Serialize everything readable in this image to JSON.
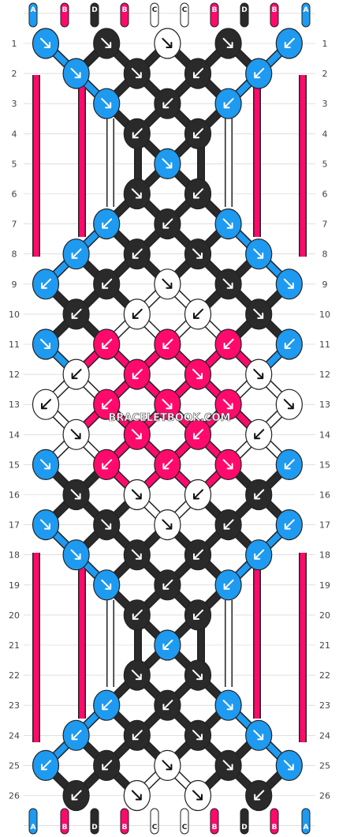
{
  "site_watermark": "BRACELETBOOK.COM",
  "colors": {
    "A": "#1e9af0",
    "B": "#ff0a6c",
    "C": "#ffffff",
    "D": "#2a2a2a",
    "outline": "#222222",
    "grid": "#cccccc"
  },
  "strands_top": [
    "A",
    "B",
    "D",
    "B",
    "C",
    "C",
    "B",
    "D",
    "B",
    "A"
  ],
  "strands_bottom": [
    "A",
    "B",
    "D",
    "B",
    "C",
    "C",
    "B",
    "D",
    "B",
    "A"
  ],
  "rows": [
    {
      "n": 1,
      "k": [
        [
          1,
          "A",
          "d"
        ],
        [
          3,
          "D",
          "d"
        ],
        [
          5,
          "C",
          "d"
        ],
        [
          7,
          "D",
          "d"
        ],
        [
          9,
          "A",
          "g"
        ]
      ]
    },
    {
      "n": 2,
      "k": [
        [
          2,
          "A",
          "d"
        ],
        [
          4,
          "D",
          "d"
        ],
        [
          6,
          "D",
          "g"
        ],
        [
          8,
          "A",
          "g"
        ]
      ]
    },
    {
      "n": 3,
      "k": [
        [
          3,
          "A",
          "d"
        ],
        [
          5,
          "D",
          "g"
        ],
        [
          7,
          "A",
          "g"
        ]
      ]
    },
    {
      "n": 4,
      "k": [
        [
          4,
          "D",
          "g"
        ],
        [
          6,
          "D",
          "g"
        ]
      ]
    },
    {
      "n": 5,
      "k": [
        [
          5,
          "A",
          "d"
        ]
      ]
    },
    {
      "n": 6,
      "k": [
        [
          4,
          "D",
          "d"
        ],
        [
          6,
          "D",
          "g"
        ]
      ]
    },
    {
      "n": 7,
      "k": [
        [
          3,
          "A",
          "g"
        ],
        [
          5,
          "D",
          "g"
        ],
        [
          7,
          "A",
          "d"
        ]
      ]
    },
    {
      "n": 8,
      "k": [
        [
          2,
          "A",
          "g"
        ],
        [
          4,
          "D",
          "g"
        ],
        [
          6,
          "D",
          "d"
        ],
        [
          8,
          "A",
          "d"
        ]
      ]
    },
    {
      "n": 9,
      "k": [
        [
          1,
          "A",
          "g"
        ],
        [
          3,
          "D",
          "g"
        ],
        [
          5,
          "C",
          "d"
        ],
        [
          7,
          "D",
          "d"
        ],
        [
          9,
          "A",
          "d"
        ]
      ]
    },
    {
      "n": 10,
      "k": [
        [
          2,
          "D",
          "g"
        ],
        [
          4,
          "C",
          "g"
        ],
        [
          6,
          "C",
          "g"
        ],
        [
          8,
          "D",
          "d"
        ]
      ]
    },
    {
      "n": 11,
      "k": [
        [
          1,
          "A",
          "d"
        ],
        [
          3,
          "B",
          "g"
        ],
        [
          5,
          "B",
          "g"
        ],
        [
          7,
          "B",
          "g"
        ],
        [
          9,
          "A",
          "g"
        ]
      ]
    },
    {
      "n": 12,
      "k": [
        [
          2,
          "C",
          "g"
        ],
        [
          4,
          "B",
          "g"
        ],
        [
          6,
          "B",
          "d"
        ],
        [
          8,
          "C",
          "d"
        ]
      ]
    },
    {
      "n": 13,
      "k": [
        [
          1,
          "C",
          "g"
        ],
        [
          3,
          "B",
          "g"
        ],
        [
          5,
          "B",
          "d"
        ],
        [
          7,
          "B",
          "d"
        ],
        [
          9,
          "C",
          "d"
        ]
      ]
    },
    {
      "n": 14,
      "k": [
        [
          2,
          "C",
          "d"
        ],
        [
          4,
          "B",
          "d"
        ],
        [
          6,
          "B",
          "g"
        ],
        [
          8,
          "C",
          "g"
        ]
      ]
    },
    {
      "n": 15,
      "k": [
        [
          1,
          "A",
          "d"
        ],
        [
          3,
          "B",
          "g"
        ],
        [
          5,
          "B",
          "g"
        ],
        [
          7,
          "B",
          "d"
        ],
        [
          9,
          "A",
          "g"
        ]
      ]
    },
    {
      "n": 16,
      "k": [
        [
          2,
          "D",
          "d"
        ],
        [
          4,
          "C",
          "d"
        ],
        [
          6,
          "C",
          "g"
        ],
        [
          8,
          "D",
          "g"
        ]
      ]
    },
    {
      "n": 17,
      "k": [
        [
          1,
          "A",
          "d"
        ],
        [
          3,
          "D",
          "d"
        ],
        [
          5,
          "C",
          "d"
        ],
        [
          7,
          "D",
          "g"
        ],
        [
          9,
          "A",
          "g"
        ]
      ]
    },
    {
      "n": 18,
      "k": [
        [
          2,
          "A",
          "d"
        ],
        [
          4,
          "D",
          "d"
        ],
        [
          6,
          "D",
          "g"
        ],
        [
          8,
          "A",
          "g"
        ]
      ]
    },
    {
      "n": 19,
      "k": [
        [
          3,
          "A",
          "d"
        ],
        [
          5,
          "D",
          "g"
        ],
        [
          7,
          "A",
          "g"
        ]
      ]
    },
    {
      "n": 20,
      "k": [
        [
          4,
          "D",
          "g"
        ],
        [
          6,
          "D",
          "g"
        ]
      ]
    },
    {
      "n": 21,
      "k": [
        [
          5,
          "A",
          "g"
        ]
      ]
    },
    {
      "n": 22,
      "k": [
        [
          4,
          "D",
          "d"
        ],
        [
          6,
          "D",
          "d"
        ]
      ]
    },
    {
      "n": 23,
      "k": [
        [
          3,
          "A",
          "g"
        ],
        [
          5,
          "D",
          "g"
        ],
        [
          7,
          "A",
          "d"
        ]
      ]
    },
    {
      "n": 24,
      "k": [
        [
          2,
          "A",
          "g"
        ],
        [
          4,
          "D",
          "g"
        ],
        [
          6,
          "D",
          "d"
        ],
        [
          8,
          "A",
          "d"
        ]
      ]
    },
    {
      "n": 25,
      "k": [
        [
          1,
          "A",
          "g"
        ],
        [
          3,
          "D",
          "g"
        ],
        [
          5,
          "C",
          "d"
        ],
        [
          7,
          "D",
          "d"
        ],
        [
          9,
          "A",
          "d"
        ]
      ]
    },
    {
      "n": 26,
      "k": [
        [
          2,
          "D",
          "g"
        ],
        [
          4,
          "C",
          "d"
        ],
        [
          6,
          "C",
          "d"
        ],
        [
          8,
          "D",
          "g"
        ]
      ]
    }
  ]
}
